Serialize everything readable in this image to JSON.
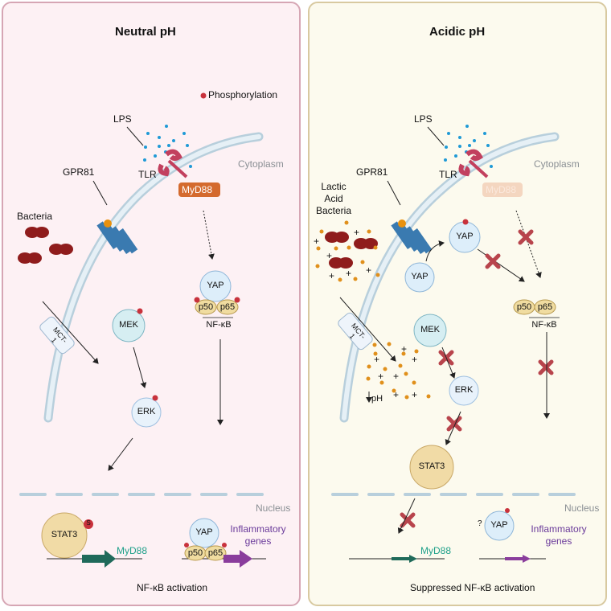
{
  "left_panel": {
    "title": "Neutral pH",
    "legend": "Phosphorylation",
    "lps": "LPS",
    "tlr": "TLR",
    "cytoplasm": "Cytoplasm",
    "myd88_adapter": "MyD88",
    "gpr81": "GPR81",
    "bacteria": "Bacteria",
    "mct1": "MCT-1",
    "mek": "MEK",
    "erk": "ERK",
    "yap": "YAP",
    "p50": "p50",
    "p65": "p65",
    "nfkb": "NF-κB",
    "nucleus": "Nucleus",
    "stat3": "STAT3",
    "stat3_mark": "S",
    "gene_myd88": "MyD88",
    "nuc_yap": "YAP",
    "nuc_p50": "p50",
    "nuc_p65": "p65",
    "inflam_line1": "Inflammatory",
    "inflam_line2": "genes",
    "footer": "NF-κB activation"
  },
  "right_panel": {
    "title": "Acidic pH",
    "lps": "LPS",
    "tlr": "TLR",
    "cytoplasm": "Cytoplasm",
    "myd88_adapter": "MyD88",
    "gpr81": "GPR81",
    "bacteria_line1": "Lactic",
    "bacteria_line2": "Acid",
    "bacteria_line3": "Bacteria",
    "yap_phos": "YAP",
    "yap": "YAP",
    "mct1": "MCT-1",
    "mek": "MEK",
    "erk": "ERK",
    "ph": "pH",
    "p50": "p50",
    "p65": "p65",
    "nfkb": "NF-κB",
    "stat3": "STAT3",
    "nucleus": "Nucleus",
    "question": "?",
    "nuc_yap": "YAP",
    "gene_myd88": "MyD88",
    "inflam_line1": "Inflammatory",
    "inflam_line2": "genes",
    "footer": "Suppressed NF-κB activation"
  },
  "colors": {
    "phospho": "#c8323c",
    "lps": "#1f9ad6",
    "tlr": "#c2405e",
    "myd88": "#d46a2e",
    "gpcr": "#3a7ab0",
    "bacteria": "#8f1c1c",
    "lactate": "#e0901c",
    "inhibit": "#b8444c",
    "myd88_gene": "#1f6a5a",
    "inflam_gene": "#8a3d9c",
    "membrane": "#cfe0ea"
  }
}
